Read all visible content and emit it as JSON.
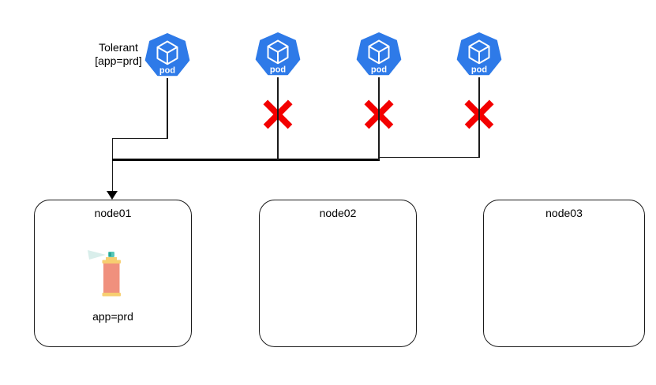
{
  "pods": [
    {
      "label": "pod",
      "annotation": {
        "line1": "Tolerant",
        "line2": "[app=prd]"
      },
      "rejected": false,
      "scheduled_to": "node01"
    },
    {
      "label": "pod",
      "rejected": true
    },
    {
      "label": "pod",
      "rejected": true
    },
    {
      "label": "pod",
      "rejected": true
    }
  ],
  "nodes": [
    {
      "label": "node01",
      "taint_label": "app=prd",
      "tainted": true
    },
    {
      "label": "node02",
      "tainted": false
    },
    {
      "label": "node03",
      "tainted": false
    }
  ],
  "icons": {
    "pod_icon": "kubernetes-pod-heptagon-with-cube",
    "reject_icon": "red-x-mark",
    "taint_icon": "spray-can",
    "arrow_icon": "down-arrowhead"
  },
  "colors": {
    "pod_blue": "#2E7AE8",
    "pod_glyph_white": "#FFFFFF",
    "reject_red": "#F30000",
    "connector_black": "#1A1A1A",
    "node_border": "#1A1A1A",
    "spray_body": "#F0907D",
    "spray_band": "#F7CE70",
    "spray_nozzle": "#57C7B8",
    "spray_nozzle_dark": "#2EA393",
    "spray_cone": "#D9EEEB",
    "background": "#FFFFFF"
  }
}
